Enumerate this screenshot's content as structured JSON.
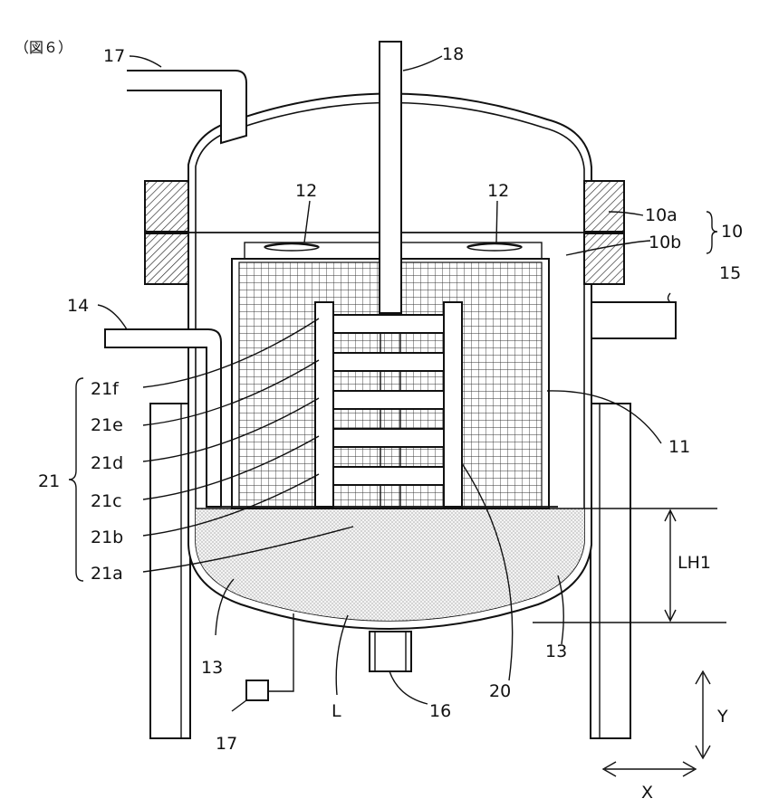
{
  "figure": {
    "caption": "（図６）"
  },
  "labels": {
    "l17_top": "17",
    "l18": "18",
    "l12_left": "12",
    "l12_right": "12",
    "l10a": "10a",
    "l10b": "10b",
    "l10": "10",
    "l15": "15",
    "l14": "14",
    "l21f": "21f",
    "l21e": "21e",
    "l21d": "21d",
    "l21c": "21c",
    "l21b": "21b",
    "l21a": "21a",
    "l21": "21",
    "l11": "11",
    "lLH1": "LH1",
    "l13_left": "13",
    "l13_right": "13",
    "l17_bottom": "17",
    "lL": "L",
    "l16": "16",
    "l20": "20",
    "lY": "Y",
    "lX": "X"
  },
  "colors": {
    "line": "#111111",
    "hatch": "#222222",
    "grid": "#333333",
    "liquid_dots": "#555555",
    "background": "#ffffff"
  }
}
